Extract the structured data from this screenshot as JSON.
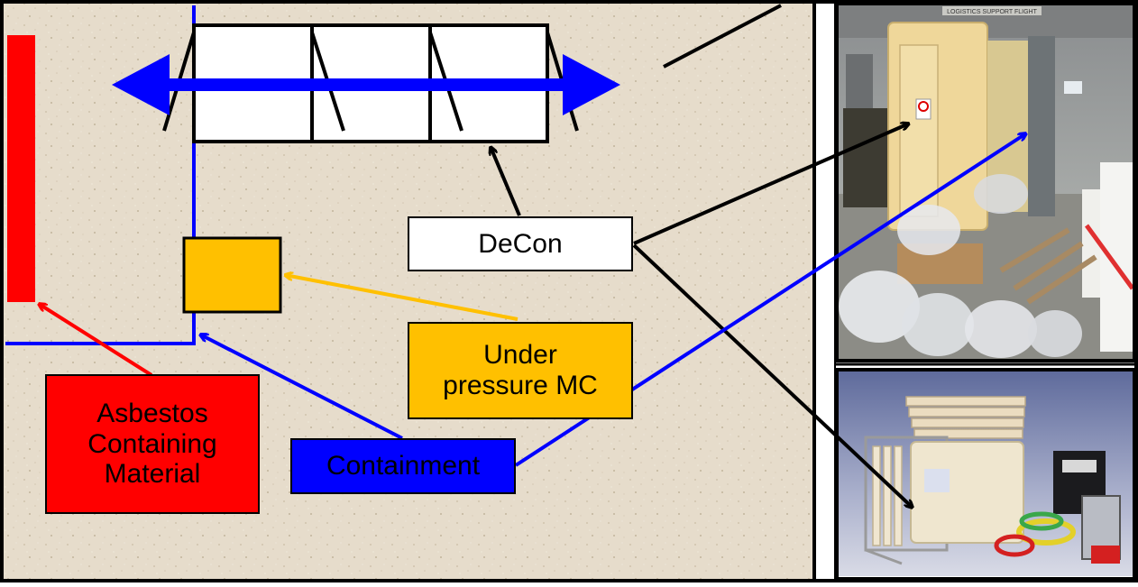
{
  "labels": {
    "decon": "DeCon",
    "under_pressure_line1": "Under",
    "under_pressure_line2": "pressure MC",
    "containment": "Containment",
    "asbestos_line1": "Asbestos",
    "asbestos_line2": "Containing",
    "asbestos_line3": "Material"
  },
  "photo_top": {
    "sign_text": "LOGISTICS SUPPORT FLIGHT"
  },
  "colors": {
    "background": "#e6dccb",
    "asbestos": "#ff0000",
    "under_pressure": "#ffc000",
    "containment": "#0000ff",
    "decon": "#ffffff",
    "frame": "#000000"
  }
}
